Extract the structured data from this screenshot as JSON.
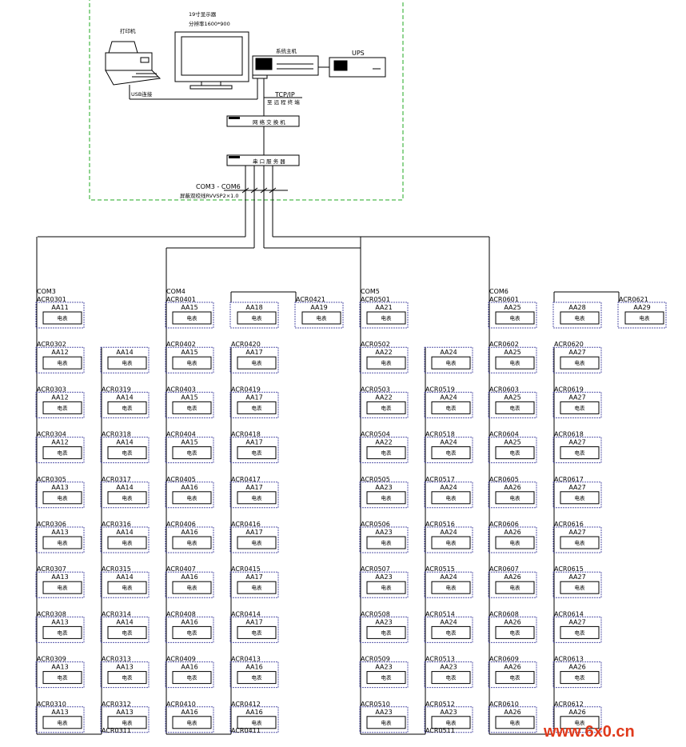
{
  "header": {
    "monitor_title": "19寸显示器",
    "monitor_resolution": "分辨率1600*900",
    "printer": "打印机",
    "host": "系统主机",
    "ups": "UPS",
    "usb": "USB连接",
    "tcpip": "TCP/IP",
    "tcpip_sub": "至 远 程 终 端",
    "switch": "网 络 交 换 机",
    "serial_server": "串 口 服 务 器",
    "com_range": "COM3 - COM6",
    "cable": "屏蔽双绞线RVVSP2×1.0"
  },
  "box_inner_label": "电表",
  "columns": [
    {
      "com": "COM3",
      "top": {
        "id": "ACR0301",
        "label": "AA11"
      },
      "left": [
        {
          "id": "ACR0302",
          "label": "AA12"
        },
        {
          "id": "ACR0303",
          "label": "AA12"
        },
        {
          "id": "ACR0304",
          "label": "AA12"
        },
        {
          "id": "ACR0305",
          "label": "AA13"
        },
        {
          "id": "ACR0306",
          "label": "AA13"
        },
        {
          "id": "ACR0307",
          "label": "AA13"
        },
        {
          "id": "ACR0308",
          "label": "AA13"
        },
        {
          "id": "ACR0309",
          "label": "AA13"
        },
        {
          "id": "ACR0310",
          "label": "AA13"
        }
      ],
      "right_top": {
        "id": "",
        "label": "AA14"
      },
      "right": [
        {
          "id": "ACR0319",
          "label": "AA14"
        },
        {
          "id": "ACR0318",
          "label": "AA14"
        },
        {
          "id": "ACR0317",
          "label": "AA14"
        },
        {
          "id": "ACR0316",
          "label": "AA14"
        },
        {
          "id": "ACR0315",
          "label": "AA14"
        },
        {
          "id": "ACR0314",
          "label": "AA14"
        },
        {
          "id": "ACR0313",
          "label": "AA13"
        },
        {
          "id": "ACR0312",
          "label": "AA13"
        }
      ],
      "bottom_id": "ACR0311"
    },
    {
      "com": "COM4",
      "top": {
        "id": "ACR0401",
        "label": "AA15"
      },
      "top_extra": [
        {
          "id": "",
          "label": "AA18"
        },
        {
          "id": "ACR0421",
          "label": "AA19"
        }
      ],
      "left": [
        {
          "id": "ACR0402",
          "label": "AA15"
        },
        {
          "id": "ACR0403",
          "label": "AA15"
        },
        {
          "id": "ACR0404",
          "label": "AA15"
        },
        {
          "id": "ACR0405",
          "label": "AA16"
        },
        {
          "id": "ACR0406",
          "label": "AA16"
        },
        {
          "id": "ACR0407",
          "label": "AA16"
        },
        {
          "id": "ACR0408",
          "label": "AA16"
        },
        {
          "id": "ACR0409",
          "label": "AA16"
        },
        {
          "id": "ACR0410",
          "label": "AA16"
        }
      ],
      "right": [
        {
          "id": "ACR0420",
          "label": "AA17"
        },
        {
          "id": "ACR0419",
          "label": "AA17"
        },
        {
          "id": "ACR0418",
          "label": "AA17"
        },
        {
          "id": "ACR0417",
          "label": "AA17"
        },
        {
          "id": "ACR0416",
          "label": "AA17"
        },
        {
          "id": "ACR0415",
          "label": "AA17"
        },
        {
          "id": "ACR0414",
          "label": "AA17"
        },
        {
          "id": "ACR0413",
          "label": "AA16"
        },
        {
          "id": "ACR0412",
          "label": "AA16"
        }
      ],
      "bottom_id": "ACR0411"
    },
    {
      "com": "COM5",
      "top": {
        "id": "ACR0501",
        "label": "AA21"
      },
      "left": [
        {
          "id": "ACR0502",
          "label": "AA22"
        },
        {
          "id": "ACR0503",
          "label": "AA22"
        },
        {
          "id": "ACR0504",
          "label": "AA22"
        },
        {
          "id": "ACR0505",
          "label": "AA23"
        },
        {
          "id": "ACR0506",
          "label": "AA23"
        },
        {
          "id": "ACR0507",
          "label": "AA23"
        },
        {
          "id": "ACR0508",
          "label": "AA23"
        },
        {
          "id": "ACR0509",
          "label": "AA23"
        },
        {
          "id": "ACR0510",
          "label": "AA23"
        }
      ],
      "right_top": {
        "id": "",
        "label": "AA24"
      },
      "right": [
        {
          "id": "ACR0519",
          "label": "AA24"
        },
        {
          "id": "ACR0518",
          "label": "AA24"
        },
        {
          "id": "ACR0517",
          "label": "AA24"
        },
        {
          "id": "ACR0516",
          "label": "AA24"
        },
        {
          "id": "ACR0515",
          "label": "AA24"
        },
        {
          "id": "ACR0514",
          "label": "AA24"
        },
        {
          "id": "ACR0513",
          "label": "AA23"
        },
        {
          "id": "ACR0512",
          "label": "AA23"
        }
      ],
      "bottom_id": "ACR0511"
    },
    {
      "com": "COM6",
      "top": {
        "id": "ACR0601",
        "label": "AA25"
      },
      "top_extra": [
        {
          "id": "",
          "label": "AA28"
        },
        {
          "id": "ACR0621",
          "label": "AA29"
        }
      ],
      "left": [
        {
          "id": "ACR0602",
          "label": "AA25"
        },
        {
          "id": "ACR0603",
          "label": "AA25"
        },
        {
          "id": "ACR0604",
          "label": "AA25"
        },
        {
          "id": "ACR0605",
          "label": "AA26"
        },
        {
          "id": "ACR0606",
          "label": "AA26"
        },
        {
          "id": "ACR0607",
          "label": "AA26"
        },
        {
          "id": "ACR0608",
          "label": "AA26"
        },
        {
          "id": "ACR0609",
          "label": "AA26"
        },
        {
          "id": "ACR0610",
          "label": "AA26"
        }
      ],
      "right": [
        {
          "id": "ACR0620",
          "label": "AA27"
        },
        {
          "id": "ACR0619",
          "label": "AA27"
        },
        {
          "id": "ACR0618",
          "label": "AA27"
        },
        {
          "id": "ACR0617",
          "label": "AA27"
        },
        {
          "id": "ACR0616",
          "label": "AA27"
        },
        {
          "id": "ACR0615",
          "label": "AA27"
        },
        {
          "id": "ACR0614",
          "label": "AA27"
        },
        {
          "id": "ACR0613",
          "label": "AA26"
        },
        {
          "id": "ACR0612",
          "label": "AA26"
        }
      ],
      "bottom_id": ""
    }
  ],
  "watermark": "www.6x0.cn",
  "colors": {
    "frame": "#22aa22",
    "device_border": "#5555aa",
    "line": "#000000",
    "watermark": "#e0391b"
  }
}
